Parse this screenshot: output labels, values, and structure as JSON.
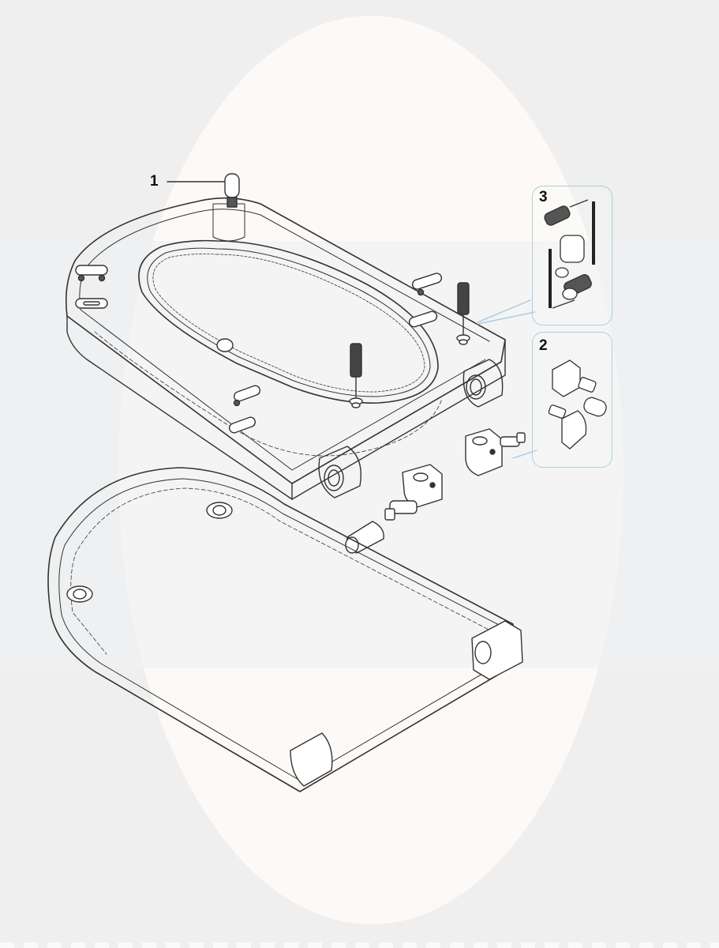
{
  "diagram": {
    "type": "exploded-parts-view",
    "subject": "toilet seat and lid assembly",
    "background_color": "#efefef",
    "accent_color": "#a9cfe0",
    "line_color": "#333333"
  },
  "callouts": [
    {
      "id": "1",
      "label": "1",
      "part": "buffer-pin"
    },
    {
      "id": "2",
      "label": "2",
      "part": "hinge-kit"
    },
    {
      "id": "3",
      "label": "3",
      "part": "fixing-bolt-kit"
    }
  ]
}
